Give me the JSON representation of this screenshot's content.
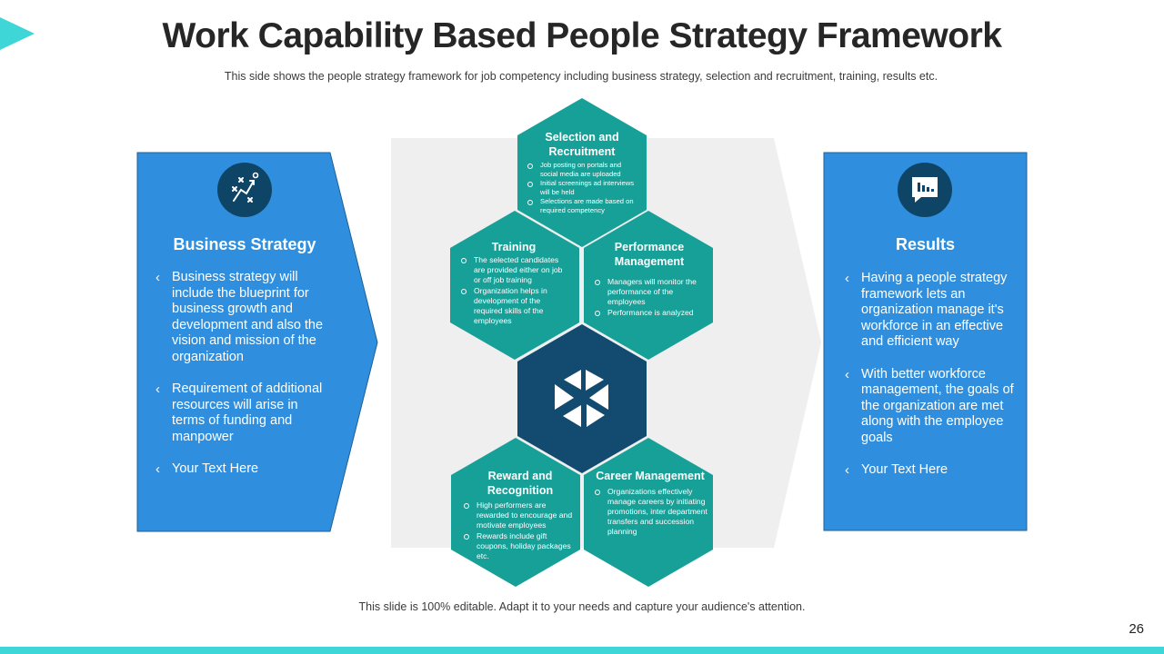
{
  "slide": {
    "title": "Work Capability Based People Strategy Framework",
    "subtitle": "This side shows the people strategy framework for job competency including business strategy, selection and recruitment, training, results etc.",
    "footer_note": "This slide is 100% editable. Adapt it to your needs and capture your audience's attention.",
    "page_number": "26"
  },
  "colors": {
    "accent_cyan": "#3fd6d8",
    "panel_blue": "#2f8fde",
    "hex_teal": "#17a097",
    "hex_center": "#134a70",
    "icon_navy": "#0e4466",
    "backdrop_gray": "#efefef"
  },
  "left_panel": {
    "icon": "strategy-play-icon",
    "title": "Business Strategy",
    "items": [
      "Business strategy will include the blueprint for business growth and development and also the vision and mission of the organization",
      "Requirement of additional resources will arise in terms of funding and manpower",
      "Your Text Here"
    ]
  },
  "right_panel": {
    "icon": "chart-speech-bubble-icon",
    "title": "Results",
    "items": [
      "Having a people strategy framework lets an organization manage it's workforce in an effective and efficient way",
      "With better workforce management, the goals of the organization are met along with the employee goals",
      "Your Text Here"
    ]
  },
  "hexagons": {
    "selection": {
      "title": "Selection and Recruitment",
      "items": [
        "Job posting on portals and social media are uploaded",
        "Initial screenings ad interviews will be held",
        "Selections are made based on required competency"
      ]
    },
    "training": {
      "title": "Training",
      "items": [
        "The selected candidates are provided either on job or off job training",
        "Organization helps in development of the required skills of the employees"
      ]
    },
    "performance": {
      "title": "Performance Management",
      "items": [
        "Managers will monitor the performance of the employees",
        "Performance is analyzed"
      ]
    },
    "center": {
      "icon": "aperture-icon"
    },
    "reward": {
      "title": "Reward and Recognition",
      "items": [
        "High performers are rewarded to encourage and motivate employees",
        "Rewards include gift coupons, holiday packages etc."
      ]
    },
    "career": {
      "title": "Career Management",
      "items": [
        "Organizations effectively manage careers by initiating promotions, inter department transfers and succession planning"
      ]
    }
  }
}
